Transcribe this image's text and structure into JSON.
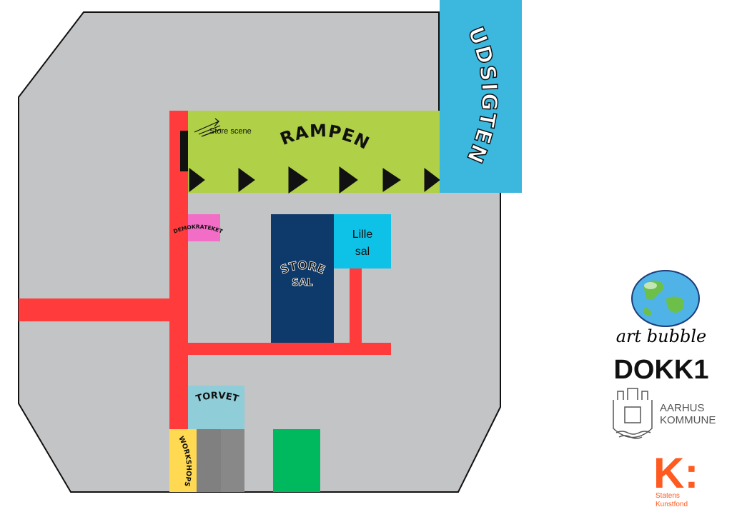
{
  "map": {
    "areas": {
      "rampen": "RAMPEN",
      "store_scene": "Store scene",
      "udsigten": "UDSIGTEN",
      "demokrateket": "DEMOKRATEKET",
      "store_sal_line1": "STORE",
      "store_sal_line2": "SAL",
      "lille_sal_line1": "Lille",
      "lille_sal_line2": "sal",
      "torvet": "TORVET",
      "workshops": "WORKSHOPS"
    },
    "colors": {
      "floor": "#c3c4c6",
      "path": "#ff3b3b",
      "rampen": "#afd047",
      "udsigten": "#3cb7de",
      "demokrateket": "#f26ec6",
      "store_sal": "#0d3a6a",
      "lille_sal": "#0ec1e6",
      "torvet": "#8fcdd9",
      "workshops": "#ffd952",
      "workshop_rooms": "#808081",
      "green_room": "#00b95e"
    }
  },
  "logos": {
    "art_bubble": "art bubble",
    "dokk1": "DOKK1",
    "aarhus_line1": "AARHUS",
    "aarhus_line2": "KOMMUNE",
    "kunstfond_mark": "K:",
    "kunstfond_line1": "Statens",
    "kunstfond_line2": "Kunstfond"
  }
}
